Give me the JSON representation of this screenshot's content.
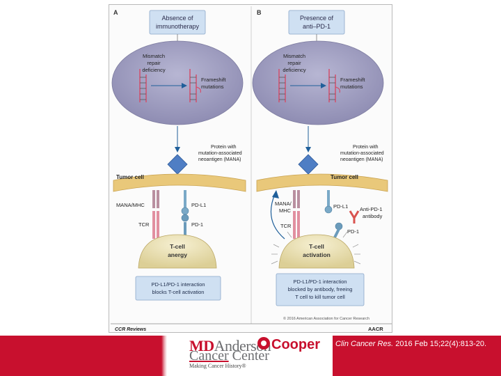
{
  "panel_a": {
    "letter": "A",
    "title_line1": "Absence of",
    "title_line2": "immunotherapy",
    "mismatch_line1": "Mismatch",
    "mismatch_line2": "repair",
    "mismatch_line3": "deficiency",
    "frameshift_line1": "Frameshift",
    "frameshift_line2": "mutations",
    "protein_line1": "Protein with",
    "protein_line2": "mutation-associated",
    "protein_line3": "neoantigen (MANA)",
    "tumor_cell": "Tumor cell",
    "mana_mhc": "MANA/MHC",
    "pdl1": "PD-L1",
    "tcr": "TCR",
    "pd1": "PD-1",
    "tcell_line1": "T-cell",
    "tcell_line2": "anergy",
    "box_line1": "PD-L1/PD-1 interaction",
    "box_line2": "blocks T-cell activation"
  },
  "panel_b": {
    "letter": "B",
    "title_line1": "Presence of",
    "title_line2": "anti–PD-1",
    "mismatch_line1": "Mismatch",
    "mismatch_line2": "repair",
    "mismatch_line3": "deficiency",
    "frameshift_line1": "Frameshift",
    "frameshift_line2": "mutations",
    "protein_line1": "Protein with",
    "protein_line2": "mutation-associated",
    "protein_line3": "neoantigen (MANA)",
    "tumor_cell": "Tumor cell",
    "mana_line1": "MANA/",
    "mana_line2": "MHC",
    "pdl1": "PD-L1",
    "antibody_line1": "Anti-PD-1",
    "antibody_line2": "antibody",
    "tcr": "TCR",
    "pd1": "PD-1",
    "tcell_line1": "T-cell",
    "tcell_line2": "activation",
    "box_line1": "PD-L1/PD-1 interaction",
    "box_line2": "blocked by antibody, freeing",
    "box_line3": "T cell to kill tumor cell"
  },
  "figure_footer": {
    "copyright": "© 2016 American Association for Cancer Research",
    "journal_label": "CCR Reviews",
    "publisher_label": "AACR"
  },
  "logo": {
    "md": "MD",
    "anderson": "Anderson",
    "cancer": "Cancer",
    "center": " Center",
    "tagline": "Making Cancer History®",
    "cooper": "Cooper"
  },
  "citation": {
    "journal": "Clin Cancer Res.",
    "details": " 2016 Feb 15;22(4):813-20."
  },
  "colors": {
    "brand_red": "#c8102e",
    "nucleus": "#9c9bbd",
    "membrane": "#e9c87a",
    "tcell": "#ece3b8",
    "info_box": "#cfe0f2",
    "diamond": "#4f7ec4"
  }
}
